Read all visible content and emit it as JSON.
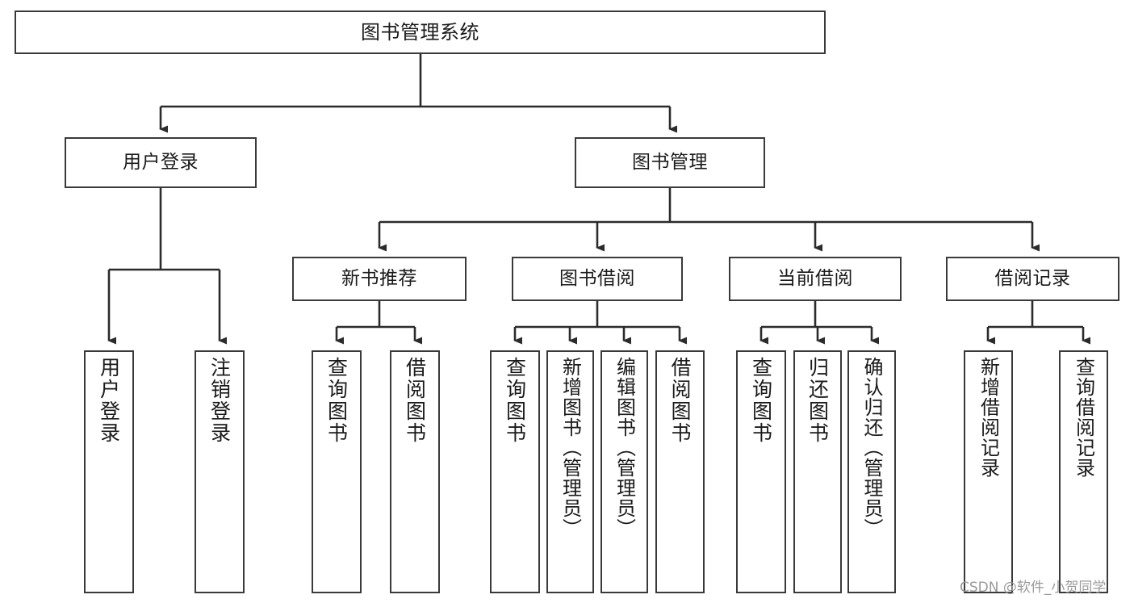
{
  "diagram": {
    "type": "tree-hierarchy-chart",
    "title": "图书管理系统",
    "orientation": "top-down",
    "colors": {
      "box_border": "#3a3a3a",
      "box_fill": "#ffffff",
      "connector": "#2b2b2b",
      "text": "#1a1a1a",
      "background": "#ffffff",
      "watermark": "#9a9a9a"
    },
    "root": {
      "label": "图书管理系统"
    },
    "level1": [
      {
        "id": "user-login",
        "label": "用户登录"
      },
      {
        "id": "book-management",
        "label": "图书管理"
      }
    ],
    "level2": [
      {
        "id": "new-book-recommend",
        "label": "新书推荐",
        "parent": "book-management"
      },
      {
        "id": "book-borrow",
        "label": "图书借阅",
        "parent": "book-management"
      },
      {
        "id": "current-borrow",
        "label": "当前借阅",
        "parent": "book-management"
      },
      {
        "id": "borrow-record",
        "label": "借阅记录",
        "parent": "book-management"
      }
    ],
    "leaves": [
      {
        "id": "leaf-user-login",
        "label": "用户登录",
        "parent": "user-login"
      },
      {
        "id": "leaf-logout-login",
        "label": "注销登录",
        "parent": "user-login"
      },
      {
        "id": "leaf-query-book-1",
        "label": "查询图书",
        "parent": "new-book-recommend"
      },
      {
        "id": "leaf-borrow-book-1",
        "label": "借阅图书",
        "parent": "new-book-recommend"
      },
      {
        "id": "leaf-query-book-2",
        "label": "查询图书",
        "parent": "book-borrow"
      },
      {
        "id": "leaf-add-book",
        "label": "新增图书（管理员）",
        "parent": "book-borrow"
      },
      {
        "id": "leaf-edit-book",
        "label": "编辑图书（管理员）",
        "parent": "book-borrow"
      },
      {
        "id": "leaf-borrow-book-2",
        "label": "借阅图书",
        "parent": "book-borrow"
      },
      {
        "id": "leaf-query-book-3",
        "label": "查询图书",
        "parent": "current-borrow"
      },
      {
        "id": "leaf-return-book",
        "label": "归还图书",
        "parent": "current-borrow"
      },
      {
        "id": "leaf-confirm-return",
        "label": "确认归还（管理员）",
        "parent": "current-borrow"
      },
      {
        "id": "leaf-add-record",
        "label": "新增借阅记录",
        "parent": "borrow-record"
      },
      {
        "id": "leaf-query-record",
        "label": "查询借阅记录",
        "parent": "borrow-record"
      }
    ]
  },
  "watermark": {
    "text": "CSDN @软件_小贺同学"
  }
}
